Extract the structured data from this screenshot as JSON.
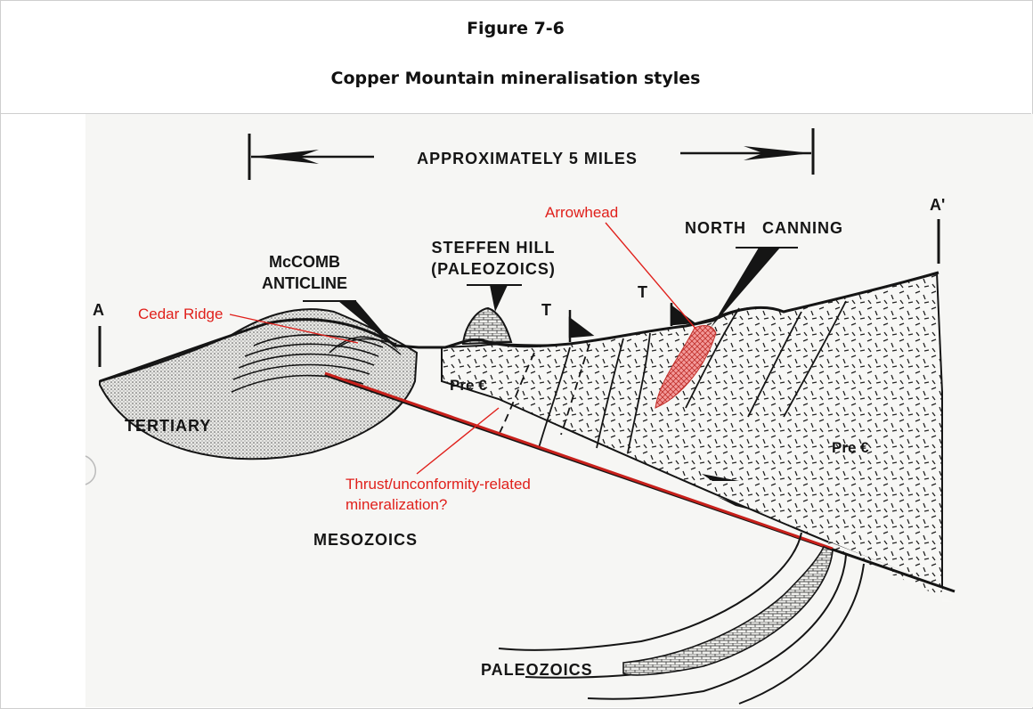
{
  "figure": {
    "number": "Figure 7-6",
    "title": "Copper Mountain mineralisation styles"
  },
  "cross_section": {
    "scale_label": "APPROXIMATELY 5 MILES",
    "end_a": "A",
    "end_a_prime": "A'",
    "labels": {
      "mccomb_line1": "McCOMB",
      "mccomb_line2": "ANTICLINE",
      "steffen_line1": "STEFFEN HILL",
      "steffen_line2": "(PALEOZOICS)",
      "north_canning": "NORTH   CANNING",
      "thrust_t1": "T",
      "thrust_t2": "T",
      "tertiary": "TERTIARY",
      "pre_cambrian_1": "Pre €",
      "pre_cambrian_2": "Pre €",
      "mesozoics": "MESOZOICS",
      "paleozoics": "PALEOZOICS"
    },
    "annotations": {
      "cedar_ridge": "Cedar Ridge",
      "arrowhead": "Arrowhead",
      "thrust_line1": "Thrust/unconformity-related",
      "thrust_line2": "mineralization?"
    },
    "colors": {
      "annotation_red": "#e0201b",
      "ink": "#151515",
      "mineral_zone": "#f08a8a"
    }
  }
}
